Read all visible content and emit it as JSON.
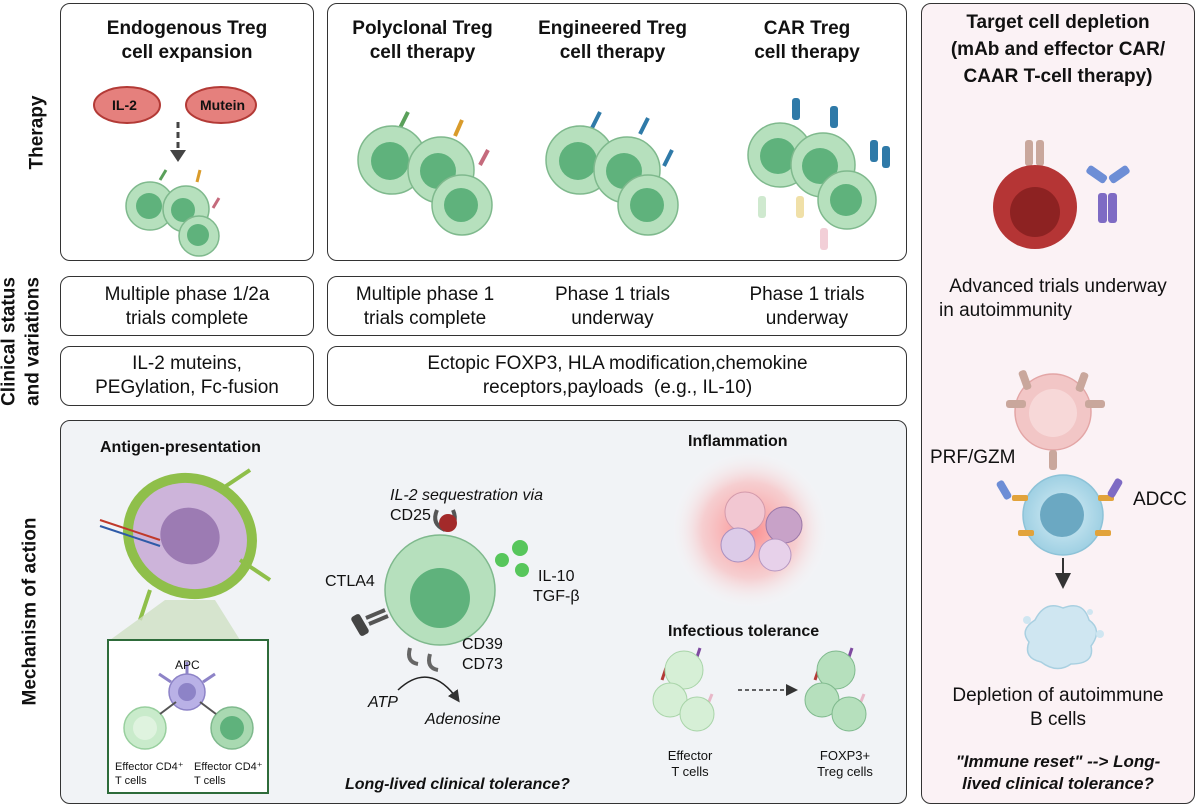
{
  "rows": {
    "therapy": "Therapy",
    "clinical": [
      "Clinical status",
      "and variations"
    ],
    "mechanism": "Mechanism of action"
  },
  "headers": {
    "endogenous": [
      "Endogenous Treg",
      "cell expansion"
    ],
    "polyclonal": [
      "Polyclonal Treg",
      "cell therapy"
    ],
    "engineered": [
      "Engineered Treg",
      "cell therapy"
    ],
    "car": [
      "CAR Treg",
      "cell therapy"
    ],
    "target": [
      "Target cell depletion",
      "(mAb and effector CAR/",
      "CAAR T-cell therapy)"
    ]
  },
  "labels": {
    "il2": "IL-2",
    "mutein": "Mutein"
  },
  "status": {
    "endogenous": [
      "Multiple phase 1/2a",
      "trials complete"
    ],
    "polyclonal": [
      "Multiple phase 1",
      "trials complete"
    ],
    "engineered": [
      "Phase 1 trials",
      "underway"
    ],
    "car": [
      "Phase 1 trials",
      "underway"
    ],
    "target": [
      "Advanced trials underway",
      "in autoimmunity"
    ]
  },
  "variations": {
    "endogenous": [
      "IL-2 muteins,",
      "PEGylation, Fc-fusion"
    ],
    "cell": [
      "Ectopic FOXP3, HLA modification,chemokine",
      "receptors,payloads  (e.g., IL-10)"
    ]
  },
  "mechanism": {
    "antigen": "Antigen-presentation",
    "apc": "APC",
    "effector_left": [
      "Effector CD4⁺",
      "T cells"
    ],
    "effector_right": [
      "Effector CD4⁺",
      "T cells"
    ],
    "il2_seq": "IL-2 sequestration via",
    "cd25": "CD25",
    "ctla4": "CTLA4",
    "il10": "IL-10",
    "tgfb": "TGF-β",
    "cd39": "CD39",
    "cd73": "CD73",
    "atp": "ATP",
    "adenosine": "Adenosine",
    "inflammation": "Inflammation",
    "infectious": "Infectious tolerance",
    "effector_t": [
      "Effector",
      "T cells"
    ],
    "foxp3_treg": [
      "FOXP3+",
      "Treg cells"
    ],
    "long_lived": "Long-lived clinical tolerance?"
  },
  "target": {
    "prf": "PRF/GZM",
    "adcc": "ADCC",
    "depletion": [
      "Depletion of autoimmune",
      "B cells"
    ],
    "reset": [
      "\"Immune reset\" --> Long-",
      "lived clinical tolerance?"
    ]
  },
  "colors": {
    "treg_fill": "#a9d9b1",
    "treg_nucleus": "#5fb27c",
    "il2_red": "#d9534f",
    "pink_panel": "#fbf2f5"
  }
}
